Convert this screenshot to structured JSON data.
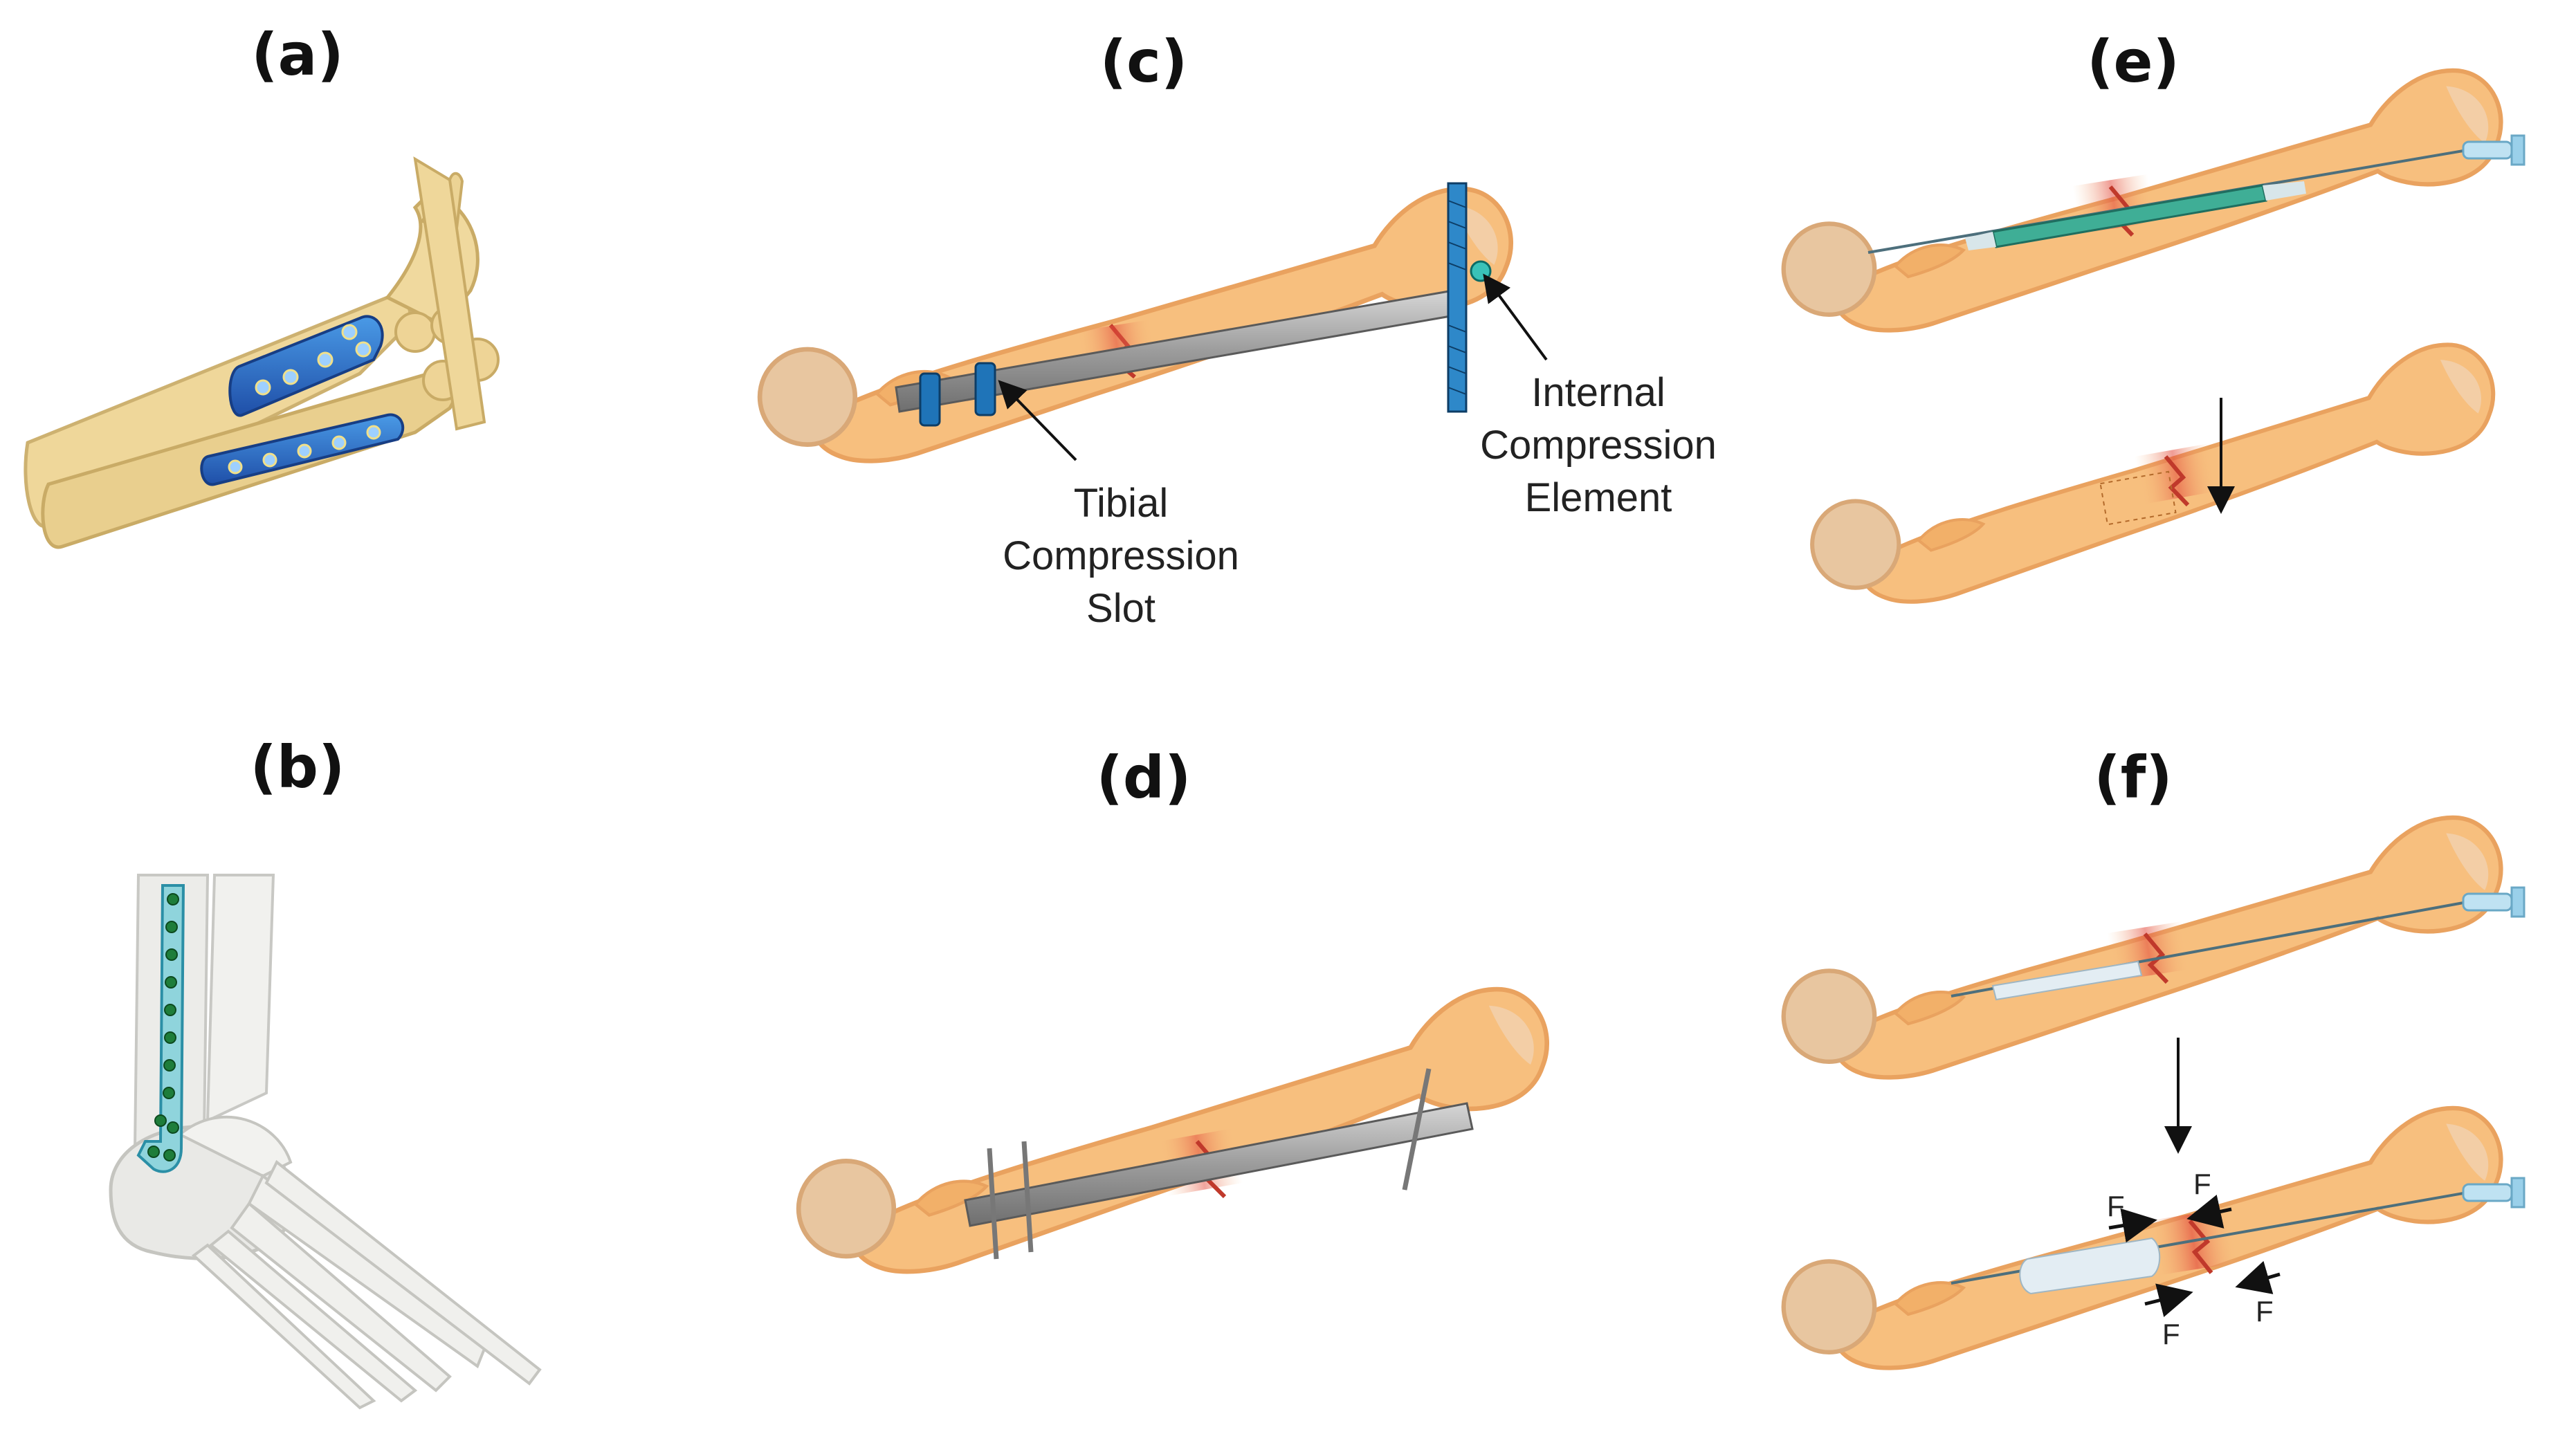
{
  "panels": {
    "a": {
      "label": "(a)"
    },
    "b": {
      "label": "(b)"
    },
    "c": {
      "label": "(c)",
      "annotations": {
        "tibial": [
          "Tibial",
          "Compression",
          "Slot"
        ],
        "internal": [
          "Internal",
          "Compression",
          "Element"
        ]
      }
    },
    "d": {
      "label": "(d)"
    },
    "e": {
      "label": "(e)"
    },
    "f": {
      "label": "(f)",
      "force_label": "F"
    }
  },
  "colors": {
    "bone_fill": "#f7bf7e",
    "bone_edge": "#e9a25f",
    "head_fill": "#e8c6a0",
    "fracture": "#e2473a",
    "nail_gray": "#9a9a9a",
    "implant_blue": "#2e78c7",
    "forearm_bone": "#efd79a",
    "ankle_bone": "#e9e9e6"
  }
}
